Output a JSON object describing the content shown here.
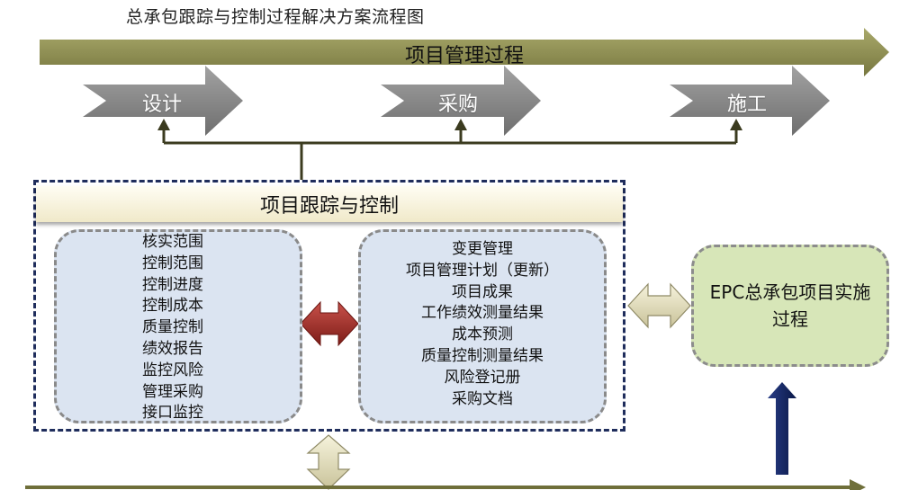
{
  "title": "总承包跟踪与控制过程解决方案流程图",
  "banner": {
    "label": "项目管理过程"
  },
  "phases": [
    {
      "label": "设计"
    },
    {
      "label": "采购"
    },
    {
      "label": "施工"
    }
  ],
  "tracking": {
    "header": "项目跟踪与控制",
    "left_items": [
      "核实范围",
      "控制范围",
      "控制进度",
      "控制成本",
      "质量控制",
      "绩效报告",
      "监控风险",
      "管理采购",
      "接口监控"
    ],
    "right_items": [
      "变更管理",
      "项目管理计划（更新）",
      "项目成果",
      "工作绩效测量结果",
      "成本预测",
      "质量控制测量结果",
      "风险登记册",
      "采购文档"
    ]
  },
  "epc": {
    "label": "EPC总承包项目实施过程"
  },
  "colors": {
    "banner": "#8a8a4e",
    "phase_arrow": "#8c8c8c",
    "connector": "#3b3b1f",
    "tracking_border": "#1f2d5c",
    "list_fill": "#dbe4f1",
    "red_arrow": "#a3302a",
    "cream_arrow": "#e9e4c0",
    "epc_fill": "#d7e6b8",
    "navy_arrow": "#0d1f5c"
  }
}
